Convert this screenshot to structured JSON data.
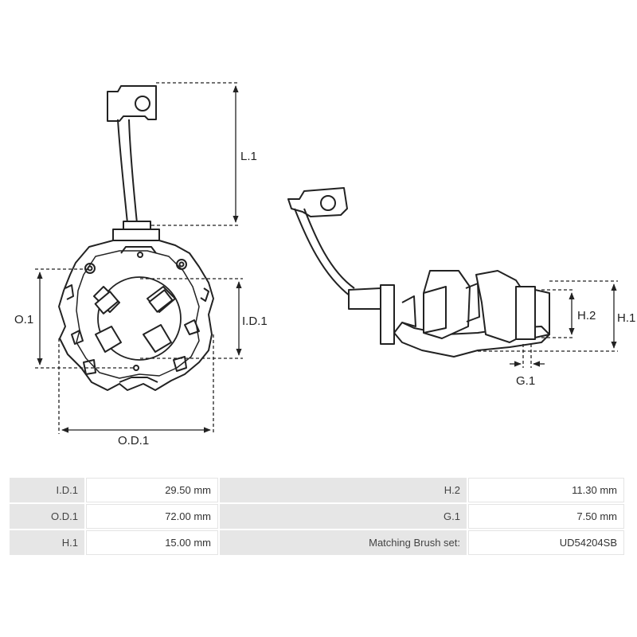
{
  "dimension_labels": {
    "l1": "L.1",
    "o1": "O.1",
    "id1": "I.D.1",
    "od1": "O.D.1",
    "h1": "H.1",
    "h2": "H.2",
    "g1": "G.1"
  },
  "specs": [
    {
      "label": "I.D.1",
      "value": "29.50 mm",
      "label2": "H.2",
      "value2": "11.30 mm"
    },
    {
      "label": "O.D.1",
      "value": "72.00 mm",
      "label2": "G.1",
      "value2": "7.50 mm"
    },
    {
      "label": "H.1",
      "value": "15.00 mm",
      "label2": "Matching Brush set:",
      "value2": "UD54204SB"
    }
  ],
  "colors": {
    "line": "#222222",
    "dim_line": "#222222",
    "label_bg": "#e6e6e6"
  }
}
